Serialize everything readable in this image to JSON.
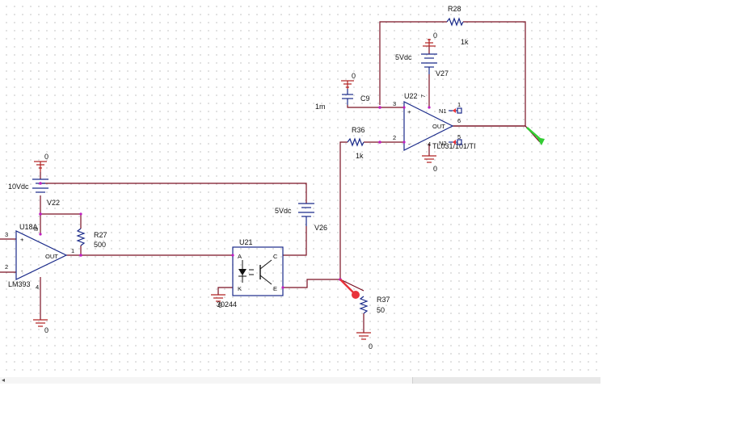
{
  "components": {
    "R28": {
      "ref": "R28",
      "value": "1k"
    },
    "V27": {
      "ref": "V27",
      "value": "5Vdc"
    },
    "C9": {
      "ref": "C9",
      "value": "1m"
    },
    "U22": {
      "ref": "U22",
      "model": "TL031/101/TI",
      "pins": {
        "p3": "3",
        "p2": "2",
        "p7": "7",
        "p4": "4",
        "p1": "1",
        "p6": "6",
        "p5": "5",
        "n1": "N1",
        "n2": "N2",
        "out": "OUT",
        "plus": "+",
        "minus": "-"
      }
    },
    "R36": {
      "ref": "R36",
      "value": "1k"
    },
    "V22": {
      "ref": "V22",
      "value": "10Vdc"
    },
    "U18": {
      "ref": "U18A",
      "model": "LM393",
      "pins": {
        "p3": "3",
        "p2": "2",
        "p1": "1",
        "p8": "8",
        "p4": "4",
        "out": "OUT",
        "plus": "+",
        "minus": "-"
      }
    },
    "R27": {
      "ref": "R27",
      "value": "500"
    },
    "U21": {
      "ref": "U21",
      "model": "30244",
      "pins": {
        "a": "A",
        "k": "K",
        "c": "C",
        "e": "E"
      }
    },
    "V26": {
      "ref": "V26",
      "value": "5Vdc"
    },
    "R37": {
      "ref": "R37",
      "value": "50"
    }
  },
  "ground_label": "0",
  "colors": {
    "wire": "#7a1023",
    "part": "#1a2a8a",
    "ground": "#b02020",
    "marker_red": "#e8333a",
    "marker_green": "#33cc33"
  }
}
